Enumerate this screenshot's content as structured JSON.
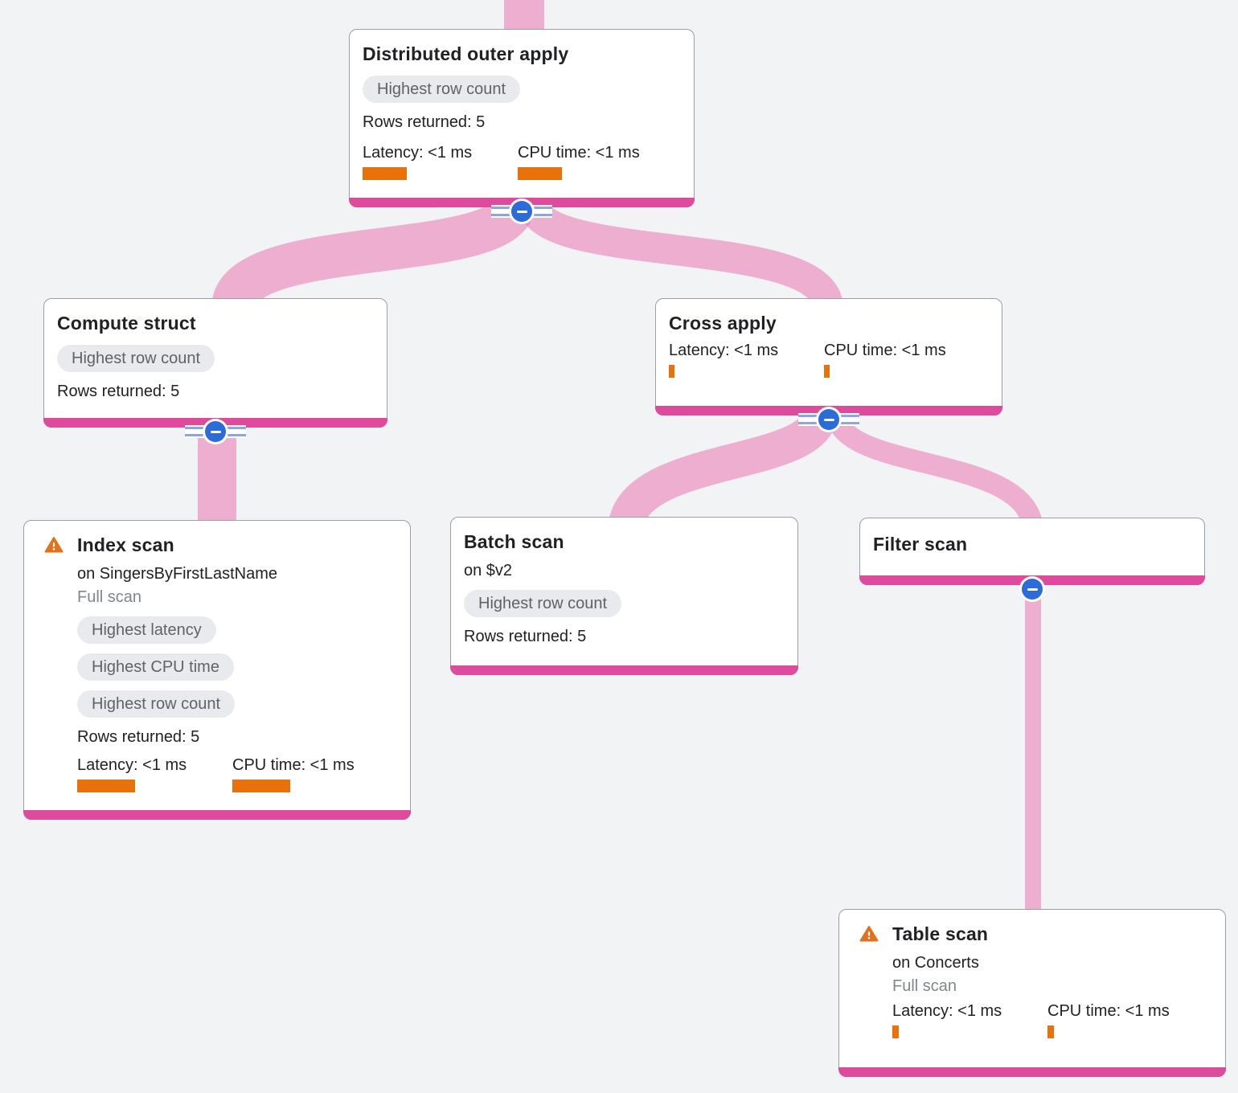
{
  "canvas": {
    "background_color": "#F1F3F4",
    "edge_color": "#E969AC",
    "node_accent_color": "#DE4A9C",
    "metric_bar_color": "#E8710A",
    "collapse_button_color": "#2B6CD9",
    "chip_bg_color": "#E8EAED",
    "warning_icon_color": "#E2711D"
  },
  "nodes": {
    "distributed_outer_apply": {
      "title": "Distributed outer apply",
      "badge": "Highest row count",
      "rows_returned": "Rows returned: 5",
      "latency_label": "Latency: <1 ms",
      "cpu_label": "CPU time: <1 ms",
      "latency_bar_width": 55,
      "cpu_bar_width": 55
    },
    "compute_struct": {
      "title": "Compute struct",
      "badge": "Highest row count",
      "rows_returned": "Rows returned: 5"
    },
    "cross_apply": {
      "title": "Cross apply",
      "latency_label": "Latency: <1 ms",
      "cpu_label": "CPU time: <1 ms",
      "latency_bar_width": 7,
      "cpu_bar_width": 7
    },
    "index_scan": {
      "title": "Index scan",
      "on": "on SingersByFirstLastName",
      "scan_type": "Full scan",
      "badges": [
        "Highest latency",
        "Highest CPU time",
        "Highest row count"
      ],
      "rows_returned": "Rows returned: 5",
      "latency_label": "Latency: <1 ms",
      "cpu_label": "CPU time: <1 ms",
      "latency_bar_width": 72,
      "cpu_bar_width": 72
    },
    "batch_scan": {
      "title": "Batch scan",
      "on": "on $v2",
      "badge": "Highest row count",
      "rows_returned": "Rows returned: 5"
    },
    "filter_scan": {
      "title": "Filter scan"
    },
    "table_scan": {
      "title": "Table scan",
      "on": "on Concerts",
      "scan_type": "Full scan",
      "latency_label": "Latency: <1 ms",
      "cpu_label": "CPU time: <1 ms",
      "latency_bar_width": 8,
      "cpu_bar_width": 8
    }
  }
}
